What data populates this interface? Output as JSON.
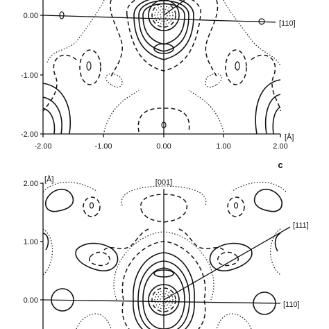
{
  "top_panel": {
    "y_ticks": [
      "0.00",
      "-1.00",
      "-2.00"
    ],
    "x_ticks": [
      "-2.00",
      "-1.00",
      "0.00",
      "1.00",
      "2.00"
    ],
    "x_unit": "[Å]",
    "direction_label": "[110]"
  },
  "bottom_panel": {
    "panel_letter": "c",
    "y_unit": "[Å]",
    "y_ticks": [
      "2.00",
      "1.00",
      "0.00"
    ],
    "top_direction_label": "[001]",
    "diagonal_direction_label": "[111]",
    "direction_label": "[110]"
  }
}
